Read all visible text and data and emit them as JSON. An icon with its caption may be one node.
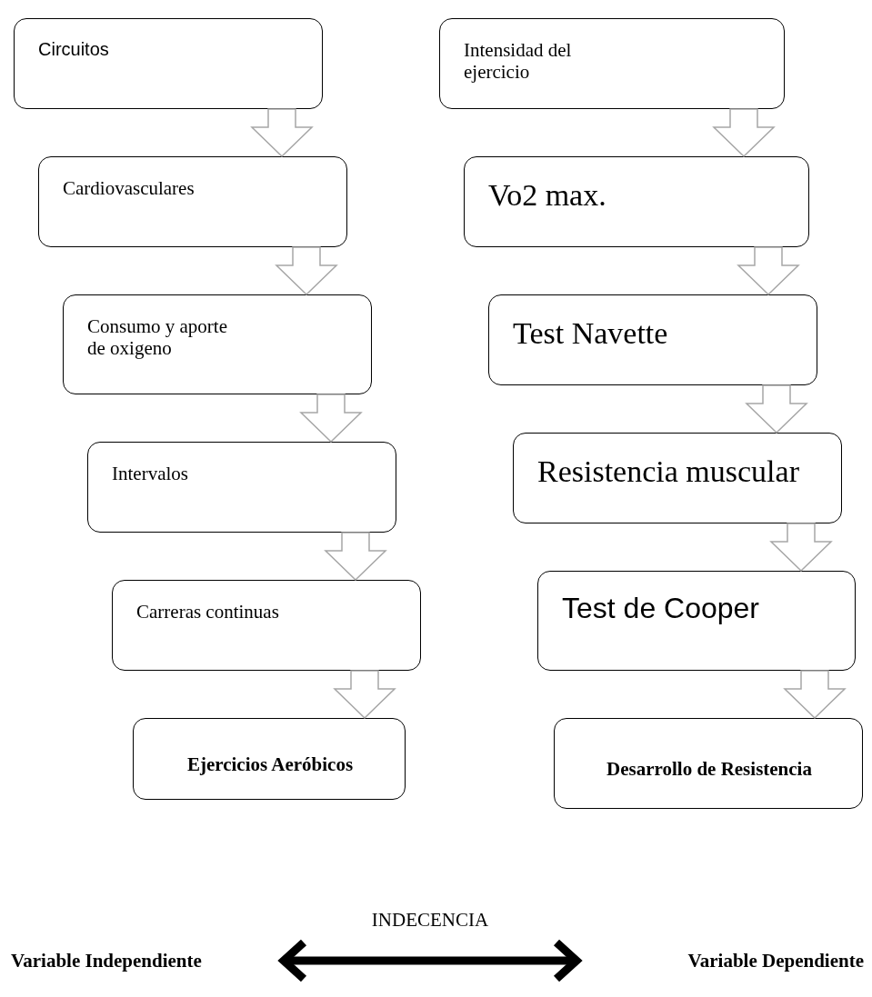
{
  "diagram": {
    "nodes": [
      {
        "text": [
          "Circuitos"
        ]
      },
      {
        "text": [
          "Cardiovasculares"
        ]
      },
      {
        "text": [
          "Consumo y aporte de oxigeno"
        ]
      },
      {
        "text": [
          "Intervalos"
        ]
      },
      {
        "text": [
          "Carreras continuas"
        ]
      },
      {
        "text": [
          "Ejercicios Aeróbicos"
        ]
      },
      {
        "text": [
          "Intensidad del ejercicio"
        ]
      },
      {
        "text": [
          "Vo2 max."
        ]
      },
      {
        "text": [
          "Test Navette"
        ]
      },
      {
        "text": [
          "Resistencia muscular"
        ]
      },
      {
        "text": [
          "Test de Cooper"
        ]
      },
      {
        "text": [
          "Desarrollo de Resistencia"
        ]
      },
      {
        "text": [
          "Variable Independiente"
        ]
      },
      {
        "text": [
          "Variable Dependiente"
        ]
      }
    ],
    "edges": [
      {
        "from": 0,
        "to": 1,
        "arrow": "to"
      },
      {
        "from": 1,
        "to": 2,
        "arrow": "to"
      },
      {
        "from": 2,
        "to": 3,
        "arrow": "to"
      },
      {
        "from": 3,
        "to": 4,
        "arrow": "to"
      },
      {
        "from": 4,
        "to": 5,
        "arrow": "to"
      },
      {
        "from": 6,
        "to": 7,
        "arrow": "to"
      },
      {
        "from": 7,
        "to": 8,
        "arrow": "to"
      },
      {
        "from": 8,
        "to": 9,
        "arrow": "to"
      },
      {
        "from": 9,
        "to": 10,
        "arrow": "to"
      },
      {
        "from": 10,
        "to": 11,
        "arrow": "to"
      },
      {
        "from": 12,
        "to": 13,
        "arrow": "both",
        "label": "INDECENCIA",
        "color": "#000000"
      }
    ]
  }
}
